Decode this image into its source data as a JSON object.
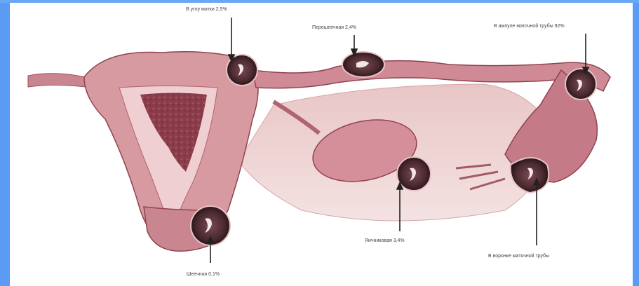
{
  "diagram": {
    "labels": {
      "cervical_site": "В углу матки 2,5%",
      "isthmic": "Перешеечная 2,4%",
      "ampullary": "В ампуле маточной трубы 92%",
      "ovarian": "Яичниковая 3,4%",
      "fimbrial": "В воронке маточной трубы",
      "cervical": "Шеечная 0,1%"
    }
  },
  "colors": {
    "border": "#5b9bf3",
    "tissue": "#d79aa0",
    "tissue_dark": "#9b4b57",
    "embryo_sac": "#4a2a30"
  }
}
